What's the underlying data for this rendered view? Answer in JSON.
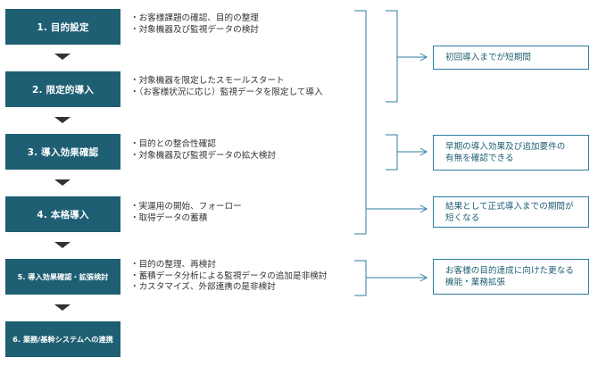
{
  "steps": [
    {
      "label": "1. 目的設定",
      "desc": [
        "・お客様課題の確認、目的の整理",
        "・対象機器及び監視データの検討"
      ]
    },
    {
      "label": "2. 限定的導入",
      "desc": [
        "・対象機器を限定したスモールスタート",
        "・（お客様状況に応じ）監視データを限定して導入"
      ]
    },
    {
      "label": "3. 導入効果確認",
      "desc": [
        "・目的との整合性確認",
        "・対象機器及び監視データの拡大検討"
      ]
    },
    {
      "label": "4. 本格導入",
      "desc": [
        "・実運用の開始、フォーロー",
        "・取得データの蓄積"
      ]
    },
    {
      "label": "5. 導入効果確認・拡張検討",
      "desc": [
        "・目的の整理、再検討",
        "・蓄積データ分析による監視データの追加是非検討",
        "・カスタマイズ、外部連携の是非検討"
      ]
    },
    {
      "label": "6. 業務/基幹システムへの連携",
      "desc": []
    }
  ],
  "outcomes": [
    {
      "lines": [
        "初回導入までが短期間"
      ]
    },
    {
      "lines": [
        "早期の導入効果及び追加要件の",
        "有無を確認できる"
      ]
    },
    {
      "lines": [
        "結果として正式導入までの期間が",
        "短くなる"
      ]
    },
    {
      "lines": [
        "お客様の目的達成に向けた更なる",
        "機能・業務拡張"
      ]
    }
  ],
  "colors": {
    "step_bg": "#1e5f73",
    "line": "#2c7da0",
    "outcome_text": "#1e5f73"
  }
}
